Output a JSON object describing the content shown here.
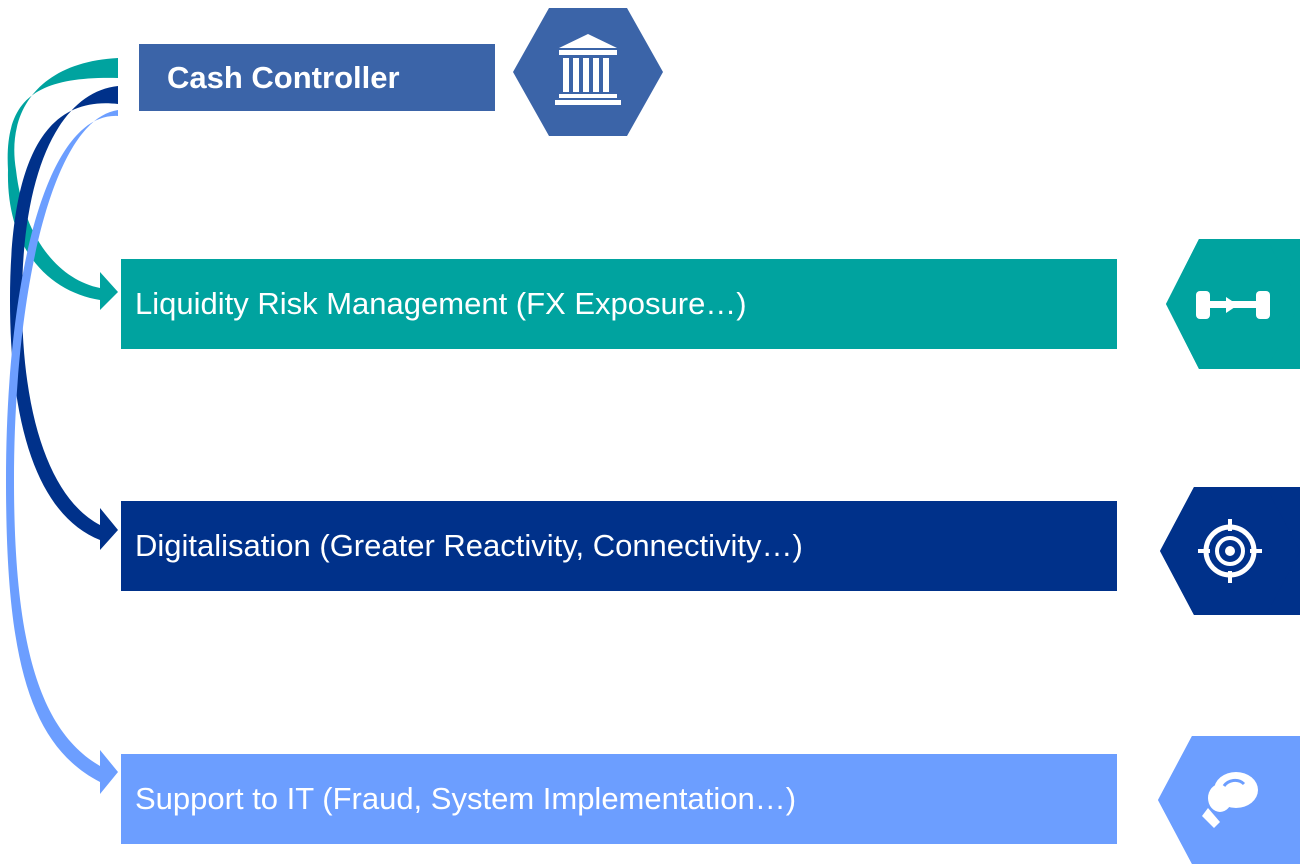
{
  "header": {
    "title": "Cash Controller",
    "icon": "bank-icon"
  },
  "items": [
    {
      "label": "Liquidity Risk Management (FX Exposure…)",
      "icon": "dumbbell-icon",
      "color": "#00a39f"
    },
    {
      "label": "Digitalisation (Greater Reactivity, Connectivity…)",
      "icon": "target-icon",
      "color": "#00318a"
    },
    {
      "label": "Support to IT (Fraud, System Implementation…)",
      "icon": "boxing-glove-icon",
      "color": "#6c9eff"
    }
  ],
  "colors": {
    "title_bg": "#3b64a8",
    "teal": "#00a39f",
    "navy": "#00318a",
    "light_blue": "#6c9eff"
  }
}
